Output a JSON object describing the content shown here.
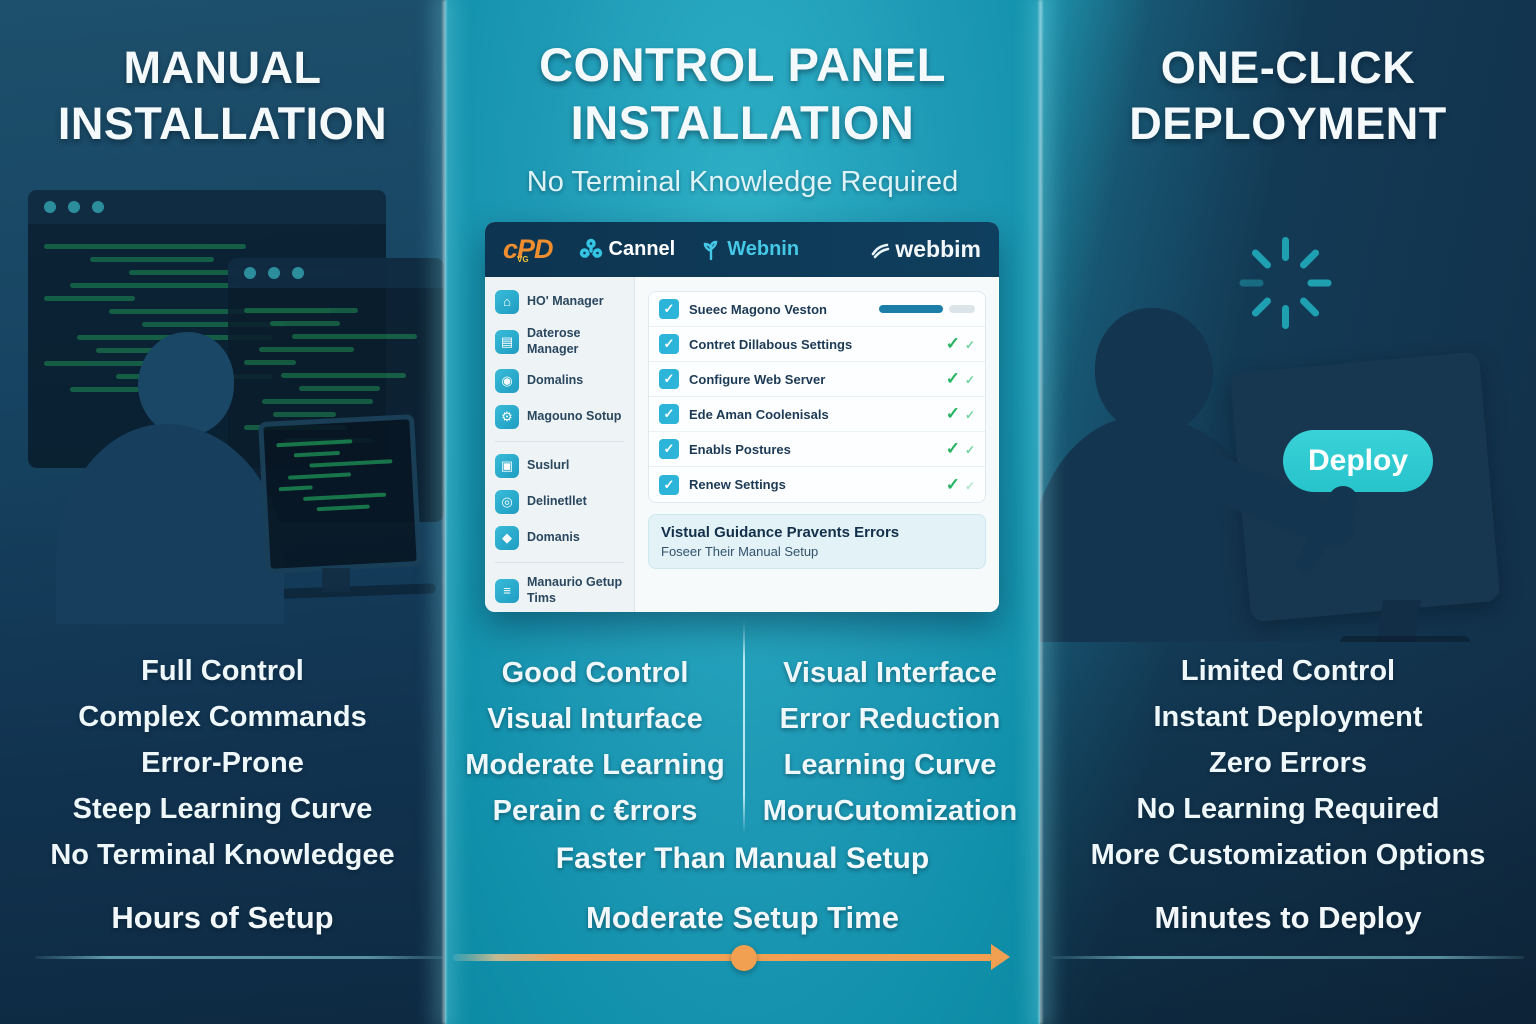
{
  "columns": {
    "manual": {
      "title_line1": "MANUAL",
      "title_line2": "INSTALLATION",
      "features": [
        "Full Control",
        "Complex Commands",
        "Error-Prone",
        "Steep Learning Curve",
        "No Terminal Knowledgee"
      ],
      "time_label": "Hours of Setup"
    },
    "panel": {
      "title_line1": "CONTROL PANEL",
      "title_line2": "INSTALLATION",
      "subtitle": "No Terminal Knowledge Required",
      "features_left": [
        "Good Control",
        "Visual Inturface",
        "Moderate Learning",
        "Perain c €rrors"
      ],
      "features_right": [
        "Visual Interface",
        "Error Reduction",
        "Learning Curve",
        "MoruCutomization"
      ],
      "footnote": "Faster Than Manual Setup",
      "time_label": "Moderate Setup Time"
    },
    "oneclick": {
      "title_line1": "ONE-CLICK",
      "title_line2": "DEPLOYMENT",
      "deploy_button": "Deploy",
      "features": [
        "Limited Control",
        "Instant Deployment",
        "Zero Errors",
        "No Learning Required",
        "More Customization Options"
      ],
      "time_label": "Minutes to Deploy"
    }
  },
  "mockup": {
    "logos": {
      "cpd": "cPD",
      "cpd_sub": "VG",
      "cannel": "Cannel",
      "webnin": "Webnin",
      "webbim": "webbim"
    },
    "sidebar": [
      {
        "label": "HO' Manager",
        "icon": "home-icon",
        "glyph": "⌂"
      },
      {
        "label": "Daterose Manager",
        "icon": "database-icon",
        "glyph": "▤"
      },
      {
        "label": "Domalins",
        "icon": "pin-icon",
        "glyph": "◉"
      },
      {
        "label": "Magouno Sotup",
        "icon": "wrench-icon",
        "glyph": "⚙"
      },
      {
        "label": "Suslurl",
        "icon": "folder-icon",
        "glyph": "▣"
      },
      {
        "label": "Delinetllet",
        "icon": "globe-icon",
        "glyph": "◎"
      },
      {
        "label": "Domanis",
        "icon": "gear-icon",
        "glyph": "◆"
      },
      {
        "label": "Manaurio Getup Tims",
        "icon": "wizard-icon",
        "glyph": "≡"
      }
    ],
    "checklist": [
      {
        "label": "Sueec Magono Veston",
        "right": "progress"
      },
      {
        "label": "Contret Dillabous Settings",
        "right": "checks"
      },
      {
        "label": "Configure Web Server",
        "right": "checks"
      },
      {
        "label": "Ede Aman Coolenisals",
        "right": "checks"
      },
      {
        "label": "Enabls Postures",
        "right": "checks"
      },
      {
        "label": "Renew Settings",
        "right": "checks"
      }
    ],
    "note_title": "Vistual Guidance Pravents Errors",
    "note_sub": "Foseer Their Manual Setup"
  },
  "glyphs": {
    "check": "✓"
  },
  "colors": {
    "accent_orange": "#f0a050",
    "teal_button": "#2ccbd2",
    "green_check": "#28b463",
    "checkbox_cyan": "#2cb5d8",
    "logo_orange": "#ef8e2e",
    "background_navy": "#12344e",
    "background_teal": "#1f9ab6"
  }
}
